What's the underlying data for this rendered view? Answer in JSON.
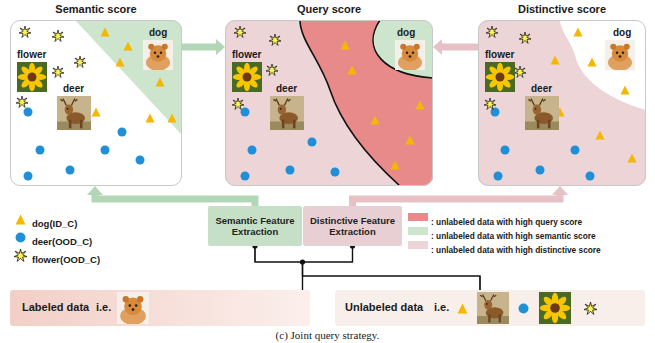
{
  "diagram": {
    "caption": "(c) Joint query strategy.",
    "nodes": [
      {
        "text": [
          "Semantic score"
        ]
      },
      {
        "text": [
          "Query score"
        ]
      },
      {
        "text": [
          "Distinctive score"
        ]
      },
      {
        "text": [
          "Semantic Feature Extraction"
        ]
      },
      {
        "text": [
          "Distinctive Feature Extraction"
        ]
      },
      {
        "text": [
          "Labeled data",
          "i.e."
        ]
      },
      {
        "text": [
          "Unlabeled data",
          "i.e."
        ]
      }
    ],
    "edges": [
      {
        "from": 0,
        "to": 1,
        "arrow": "to"
      },
      {
        "from": 2,
        "to": 1,
        "arrow": "to"
      },
      {
        "from": 3,
        "to": 0,
        "arrow": "to"
      },
      {
        "from": 4,
        "to": 2,
        "arrow": "to"
      },
      {
        "from": 5,
        "to": 3,
        "arrow": "none"
      },
      {
        "from": 5,
        "to": 4,
        "arrow": "none"
      },
      {
        "from": 6,
        "to": 3,
        "arrow": "none"
      },
      {
        "from": 6,
        "to": 4,
        "arrow": "none"
      }
    ],
    "labels": [
      "flower",
      "deer",
      "dog",
      "flower",
      "deer",
      "dog",
      "flower",
      "deer",
      "dog"
    ],
    "legend": [
      {
        "text": "dog(ID_C)"
      },
      {
        "text": "deer(OOD_C)"
      },
      {
        "text": "flower(OOD_C)"
      },
      {
        "text": ": unlabeled data with high query score",
        "color": "#e88a8a"
      },
      {
        "text": ": unlabeled data with high semantic score",
        "color": "#cde5cc"
      },
      {
        "text": ": unlabeled data with high distinctive score",
        "color": "#ecd4d7"
      }
    ]
  }
}
